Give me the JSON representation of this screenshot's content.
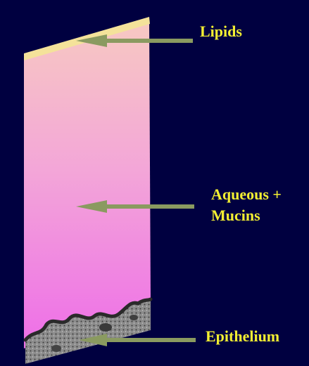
{
  "labels": {
    "lipids": "Lipids",
    "aqueous_line1": "Aqueous +",
    "aqueous_line2": "Mucins",
    "epithelium": "Epithelium"
  },
  "colors": {
    "background": "#000040",
    "label_text": "#f2ee32",
    "arrow": "#8a9a60",
    "lipid_layer": "#f2e08a",
    "aqueous_top": "#f6c4c4",
    "aqueous_bottom": "#f06ee6",
    "epithelium": "#6b6b6b"
  }
}
